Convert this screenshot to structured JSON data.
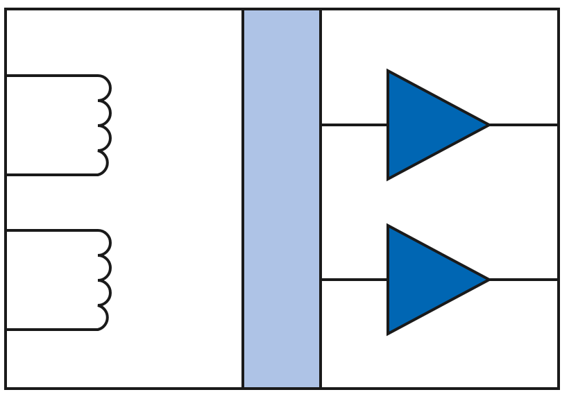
{
  "diagram": {
    "components": {
      "coils": [
        {
          "name": "coil-top",
          "loops": 4
        },
        {
          "name": "coil-bottom",
          "loops": 4
        }
      ],
      "isolation_barrier": {
        "name": "isolation-barrier"
      },
      "amplifiers": [
        {
          "name": "amplifier-top"
        },
        {
          "name": "amplifier-bottom"
        }
      ]
    },
    "colors": {
      "stroke": "#1a1a1a",
      "barrier_fill": "#aec3e6",
      "amplifier_fill": "#0066b3",
      "background": "#ffffff"
    }
  }
}
